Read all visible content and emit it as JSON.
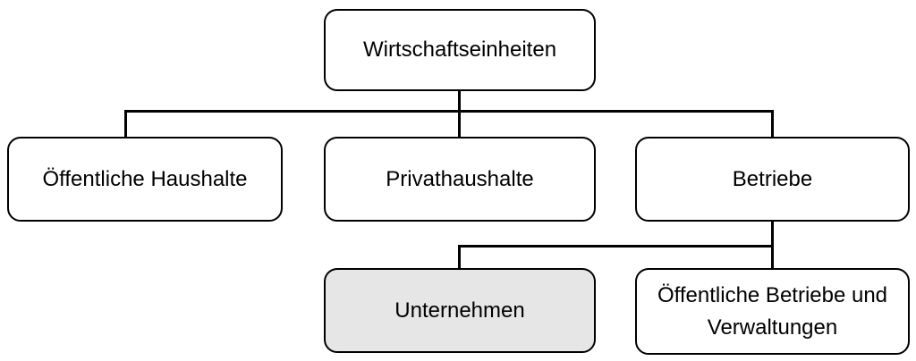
{
  "diagram": {
    "type": "hierarchy",
    "nodes": {
      "root": {
        "label": "Wirtschaftseinheiten",
        "fill": "#ffffff"
      },
      "oeffentliche_haushalte": {
        "label": "Öffentliche Haushalte",
        "fill": "#ffffff"
      },
      "privathaushalte": {
        "label": "Privathaushalte",
        "fill": "#ffffff"
      },
      "betriebe": {
        "label": "Betriebe",
        "fill": "#ffffff"
      },
      "unternehmen": {
        "label": "Unternehmen",
        "fill": "#e6e6e6"
      },
      "oeffentliche_betriebe": {
        "label": "Öffentliche Betriebe und Verwaltungen",
        "fill": "#ffffff"
      }
    },
    "edges": [
      {
        "from": "root",
        "to": "oeffentliche_haushalte"
      },
      {
        "from": "root",
        "to": "privathaushalte"
      },
      {
        "from": "root",
        "to": "betriebe"
      },
      {
        "from": "betriebe",
        "to": "unternehmen"
      },
      {
        "from": "betriebe",
        "to": "oeffentliche_betriebe"
      }
    ],
    "colors": {
      "background": "#ffffff",
      "node_fill": "#ffffff",
      "highlight_fill": "#e6e6e6",
      "stroke": "#000000",
      "text": "#000000"
    }
  }
}
